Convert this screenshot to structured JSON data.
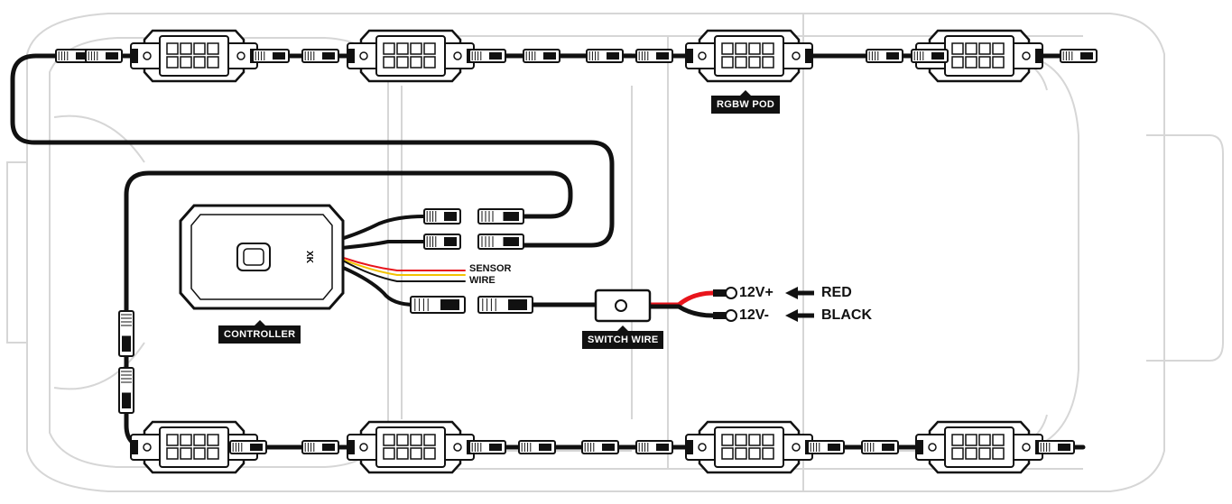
{
  "labels": {
    "rgbw_pod": "RGBW POD",
    "controller": "CONTROLLER",
    "switch_wire": "SWITCH WIRE",
    "sensor_line1": "SENSOR",
    "sensor_line2": "WIRE",
    "pos_terminal": "12V+",
    "neg_terminal": "12V-",
    "pos_color": "RED",
    "neg_color": "BLACK",
    "brand": "XK"
  },
  "pods": {
    "top_row_count": 4,
    "bottom_row_count": 4
  },
  "colors": {
    "wire": "#111111",
    "positive_wire": "#e8141b",
    "sensor_red": "#e8141b",
    "sensor_yellow": "#f2c200",
    "vehicle_outline": "#cfcfcf"
  }
}
